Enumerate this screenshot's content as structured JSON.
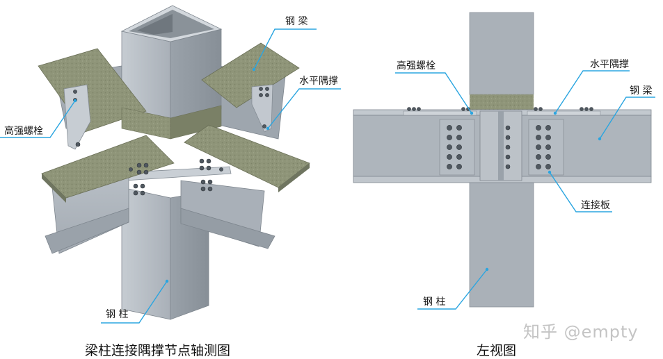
{
  "left_view": {
    "labels": {
      "beam": "钢 梁",
      "bolt": "高强螺栓",
      "brace": "水平隅撑",
      "column": "钢 柱"
    },
    "caption": "梁柱连接隅撑节点轴测图"
  },
  "right_view": {
    "labels": {
      "bolt": "高强螺栓",
      "brace": "水平隅撑",
      "beam": "钢 梁",
      "plate": "连接板",
      "column": "钢 柱"
    },
    "caption": "左视图"
  },
  "watermark": "知乎 @empty",
  "colors": {
    "steel_light": "#b9c0c7",
    "steel_mid": "#a6aeb6",
    "steel_dark": "#8c949c",
    "concrete": "#8e9478",
    "leader": "#2aa5e0",
    "bolt": "#505860"
  }
}
